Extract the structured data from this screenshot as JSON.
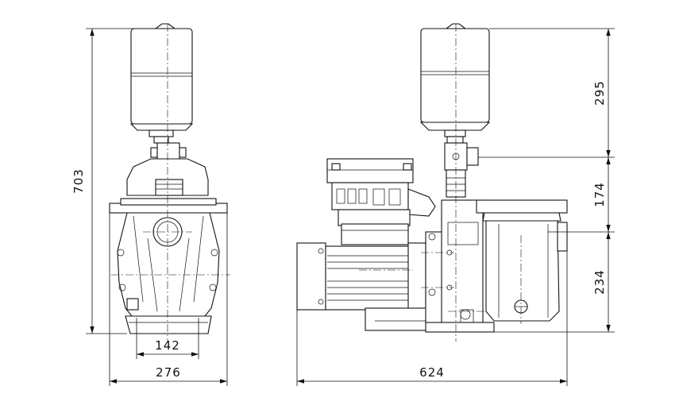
{
  "dimensions": {
    "total_height": "703",
    "tank_height": "295",
    "middle_height": "174",
    "lower_height": "234",
    "inner_base_width": "142",
    "front_width": "276",
    "side_length": "624"
  }
}
